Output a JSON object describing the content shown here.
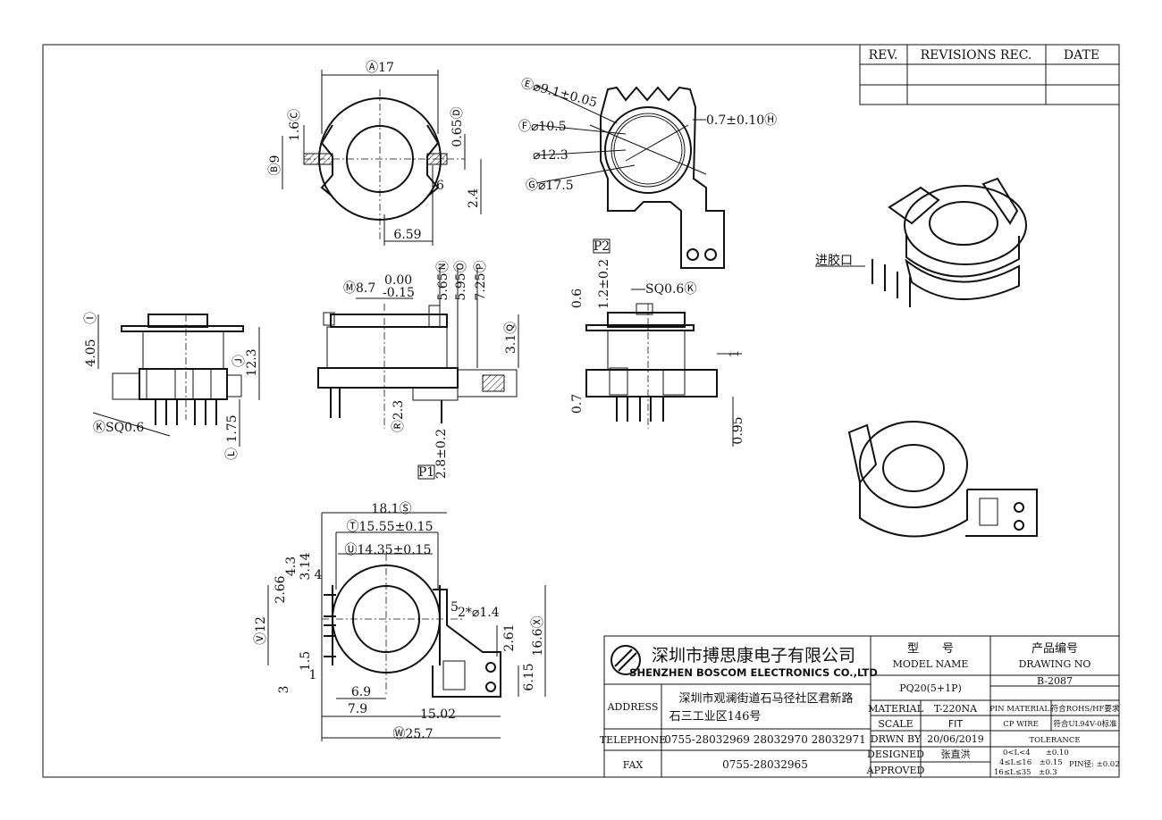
{
  "revisions": {
    "rev_header": "REV.",
    "rec_header": "REVISIONS REC.",
    "date_header": "DATE"
  },
  "title_block": {
    "company_cn": "深圳市搏思康电子有限公司",
    "company_en": "SHENZHEN BOSCOM ELECTRONICS CO.,LTD",
    "address_label": "ADDRESS",
    "address_line1": "深圳市观澜街道石马径社区君新路",
    "address_line2": "石三工业区146号",
    "telephone_label": "TELEPHONE",
    "telephone": "0755-28032969 28032970 28032971",
    "fax_label": "FAX",
    "fax": "0755-28032965",
    "model_label_cn": "型　　号",
    "model_label_en": "MODEL NAME",
    "model_value": "PQ20(5+1P)",
    "drawing_label_cn": "产品编号",
    "drawing_label_en": "DRAWING NO",
    "drawing_value": "B-2087",
    "material_label": "MATERIAL",
    "material_value": "T-220NA",
    "pin_material_label": "PIN MATERIAL:",
    "pin_material_value": "符合ROHS/HF要求",
    "scale_label": "SCALE",
    "scale_value": "FIT",
    "cp_wire_label": "CP WIRE",
    "cp_wire_value": "符合UL94V-0标准",
    "drawn_by_label": "DRWN BY",
    "drawn_by_value": "20/06/2019",
    "tolerance_label": "TOLERANCE",
    "designed_label": "DESIGNED",
    "designed_value": "张直洪",
    "approved_label": "APPROVED",
    "tol_1": "0<L<4　　±0.10",
    "tol_2": "4≤L≤16　±0.15",
    "tol_3": "16≤L≤35　±0.3",
    "tol_pin": "PIN径: ±0.02"
  },
  "dimensions": {
    "A": "Ⓐ17",
    "C": "1.6Ⓒ",
    "B": "Ⓑ9",
    "D": "0.65Ⓓ",
    "six": "6",
    "d24": "2.4",
    "d659": "6.59",
    "E": "Ⓔ⌀9.1±0.05",
    "F": "Ⓕ⌀10.5",
    "d123": "⌀12.3",
    "G": "Ⓖ⌀17.5",
    "H": "0.7±0.10Ⓗ",
    "P2": "P2",
    "d12": "1.2±0.2",
    "d06": "0.6",
    "K1": "SQ0.6Ⓚ",
    "d07": "0.7",
    "d1": "1",
    "d095": "0.95",
    "I": "Ⓘ",
    "d405": "4.05",
    "J": "Ⓙ",
    "d123b": "12.3",
    "K": "ⓀSQ0.6",
    "d175": "1.75",
    "L": "Ⓛ",
    "M": "Ⓜ8.7",
    "d000": "0.00",
    "d015": "-0.15",
    "N": "5.65Ⓝ",
    "O": "5.95Ⓞ",
    "P": "7.25Ⓟ",
    "Q": "3.1Ⓠ",
    "R": "Ⓡ2.3",
    "d28": "2.8±0.2",
    "P1": "P1",
    "S": "18.1Ⓢ",
    "T": "Ⓣ15.55±0.15",
    "U": "Ⓤ14.35±0.15",
    "d43": "4.3",
    "d314": "3.14",
    "d4": "4",
    "d266": "2.66",
    "d12b": "Ⓥ12",
    "d15": "1.5",
    "d1b": "1",
    "d3": "3",
    "d5": "5",
    "holes": "2*⌀1.4",
    "d261": "2.61",
    "d166": "16.6Ⓧ",
    "d615": "6.15",
    "d69": "6.9",
    "d79": "7.9",
    "d1502": "15.02",
    "W": "Ⓦ25.7"
  },
  "note_gate": "进胶口"
}
